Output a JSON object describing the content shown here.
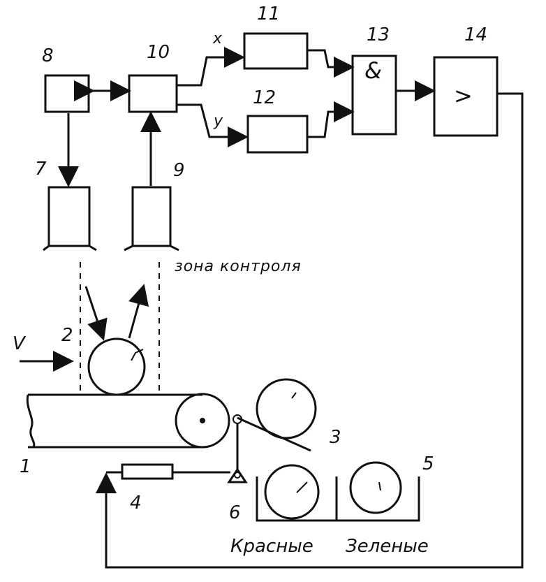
{
  "labels": {
    "n1": "1",
    "n2": "2",
    "n3": "3",
    "n4": "4",
    "n5": "5",
    "n6": "6",
    "n7": "7",
    "n8": "8",
    "n9": "9",
    "n10": "10",
    "n11": "11",
    "n12": "12",
    "n13": "13",
    "n14": "14"
  },
  "signals": {
    "x": "x",
    "y": "y",
    "v": "V"
  },
  "gate_and": "&",
  "comparator": ">",
  "zone_text": "зона контроля",
  "bin_labels": {
    "red": "Красные",
    "green": "Зеленые"
  }
}
